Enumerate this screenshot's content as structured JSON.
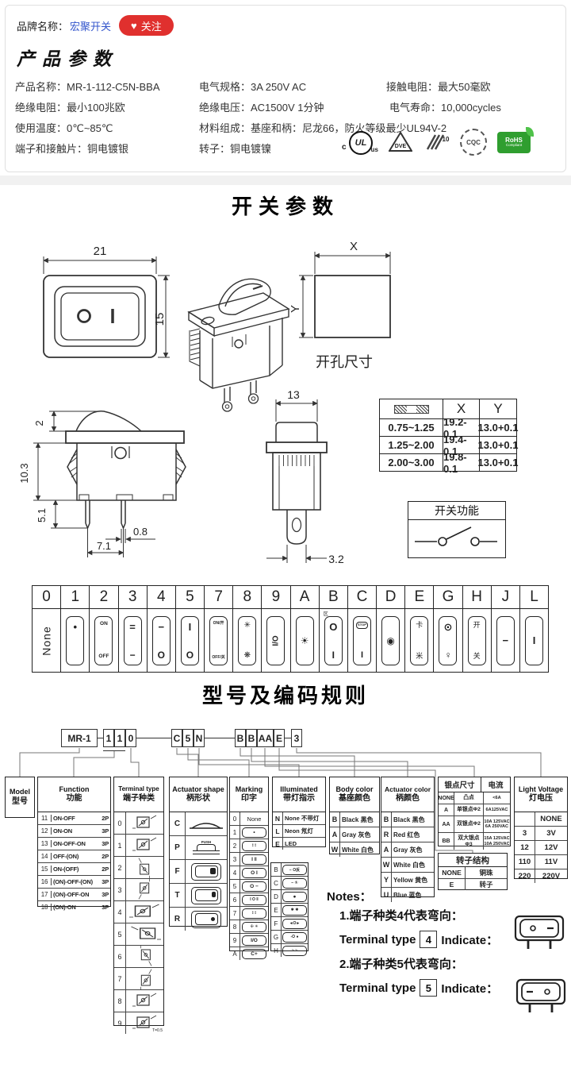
{
  "header": {
    "brand_label": "品牌名称：",
    "brand_name": "宏聚开关",
    "heart": "♥",
    "follow": "关注",
    "title": "产品参数",
    "rows": [
      [
        "产品名称：MR-1-112-C5N-BBA",
        "电气规格：3A  250V  AC",
        "接触电阻：最大50毫欧"
      ],
      [
        "绝缘电阻：最小100兆欧",
        "绝缘电压：AC1500V 1分钟",
        "电气寿命：10,000cycles"
      ],
      [
        "使用温度：0℃~85℃",
        "材料组成：基座和柄：尼龙66，防火等级最少UL94V-2",
        ""
      ],
      [
        "端子和接触片：铜电镀银",
        "转子：铜电镀镍",
        ""
      ]
    ],
    "certs": {
      "ul_c": "c",
      "ul": "UL",
      "ul_us": "us",
      "vde": "DVE",
      "k10": "10",
      "cqc": "CQC",
      "rohs1": "RoHS",
      "rohs2": "Compliant"
    }
  },
  "switch_section": {
    "title": "开关参数",
    "dim_front_w": "21",
    "dim_front_h": "15",
    "dim_x": "X",
    "dim_y": "Y",
    "hole_caption": "开孔尺寸",
    "dim_top": "2",
    "dim_body_h": "10.3",
    "dim_pin_len": "5.1",
    "dim_pin_pitch": "7.1",
    "dim_pin_w": "0.8",
    "dim_w2": "13",
    "dim_pin2": "3.2",
    "panel_table": {
      "header_x": "X",
      "header_y": "Y",
      "rows": [
        {
          "t": "0.75~1.25",
          "x": "19.2-0.1",
          "y": "13.0+0.1"
        },
        {
          "t": "1.25~2.00",
          "x": "19.4-0.1",
          "y": "13.0+0.1"
        },
        {
          "t": "2.00~3.00",
          "x": "19.8-0.1",
          "y": "13.0+0.1"
        }
      ]
    },
    "function_box_title": "开关功能"
  },
  "marking_strip": {
    "columns": [
      {
        "code": "0",
        "none": "None",
        "cls": "c-none"
      },
      {
        "code": "1",
        "top": "•",
        "cls": "c-dot"
      },
      {
        "code": "2",
        "top": "ON",
        "bottom": "OFF",
        "cls": "c-text"
      },
      {
        "code": "3",
        "top": "=",
        "bottom": "−",
        "cls": "c-bars"
      },
      {
        "code": "4",
        "top": "−",
        "bottom": "O",
        "cls": "c-bars"
      },
      {
        "code": "5",
        "top": "I",
        "bottom": "O",
        "cls": "c-bars"
      },
      {
        "code": "7",
        "top": "ON/开",
        "bottom": "OFF/关",
        "cls": "c-tiny"
      },
      {
        "code": "8",
        "top": "✳",
        "bottom": "❋",
        "cls": "c-fan"
      },
      {
        "code": "9",
        "rot": "I/O",
        "cls": "c-rot"
      },
      {
        "code": "A",
        "top": "☀",
        "cls": "c-bulb c-center"
      },
      {
        "code": "B",
        "tag": "区",
        "top": "O",
        "bottom": "I",
        "cls": "c-bars"
      },
      {
        "code": "C",
        "top": "STOP",
        "bottom": "I",
        "cls": "c-stop"
      },
      {
        "code": "D",
        "top": "◉",
        "cls": "c-bulb c-center"
      },
      {
        "code": "E",
        "top": "卡",
        "bottom": "米",
        "cls": "c-cjk"
      },
      {
        "code": "G",
        "top": "⊙",
        "bottom": "♀",
        "cls": "c-bars"
      },
      {
        "code": "H",
        "top": "开",
        "bottom": "关",
        "cls": "c-cjk"
      },
      {
        "code": "J",
        "top": "−",
        "cls": "c-bars c-center"
      },
      {
        "code": "L",
        "top": "I",
        "cls": "c-bars c-center"
      }
    ]
  },
  "coding": {
    "title": "型号及编码规则",
    "code_model": "MR-1",
    "code_func": [
      "1",
      "1",
      "0"
    ],
    "code_shape": [
      "C",
      "5",
      "N"
    ],
    "code_color": [
      "B",
      "B",
      "AA",
      "E"
    ],
    "code_volt": "3",
    "model": {
      "en": "Model",
      "cn": "型号"
    },
    "function": {
      "en": "Function",
      "cn": "功能",
      "rows": [
        {
          "code": "11",
          "label": "ON-OFF",
          "poles": "2P"
        },
        {
          "code": "12",
          "label": "ON-ON",
          "poles": "3P"
        },
        {
          "code": "13",
          "label": "ON-OFF-ON",
          "poles": "3P"
        },
        {
          "code": "14",
          "label": "OFF-(ON)",
          "poles": "2P"
        },
        {
          "code": "15",
          "label": "ON-(OFF)",
          "poles": "2P"
        },
        {
          "code": "16",
          "label": "(ON)-OFF-(ON)",
          "poles": "3P"
        },
        {
          "code": "17",
          "label": "(ON)-OFF-ON",
          "poles": "3P"
        },
        {
          "code": "18",
          "label": "(ON)-ON",
          "poles": "3P"
        }
      ]
    },
    "terminal": {
      "en": "Terminal type",
      "cn": "端子种类",
      "rows": [
        {
          "code": "0"
        },
        {
          "code": "1"
        },
        {
          "code": "2"
        },
        {
          "code": "3"
        },
        {
          "code": "4"
        },
        {
          "code": "5"
        },
        {
          "code": "6"
        },
        {
          "code": "7"
        },
        {
          "code": "8"
        },
        {
          "code": "9",
          "note": "T=0.5"
        }
      ]
    },
    "actuator_shape": {
      "en": "Actuator shape",
      "cn": "柄形状",
      "codes": [
        "C",
        "P",
        "F",
        "T",
        "R"
      ],
      "push_label": "PUSH"
    },
    "marking": {
      "en": "Marking",
      "cn": "印字",
      "num_rows": [
        {
          "code": "0",
          "sym": "None",
          "cls": "m-none"
        },
        {
          "code": "1",
          "sym": "•"
        },
        {
          "code": "2",
          "sym": "⁝ ⁝",
          "cls": "m-tiny"
        },
        {
          "code": "3",
          "sym": "I ‖"
        },
        {
          "code": "4",
          "sym": "O I"
        },
        {
          "code": "5",
          "sym": "O −"
        },
        {
          "code": "6",
          "sym": "I O ‖",
          "cls": "m-tiny"
        },
        {
          "code": "7",
          "sym": "⁝ ⁝",
          "cls": "m-tiny"
        },
        {
          "code": "8",
          "sym": "✣ ✳",
          "cls": "m-tiny"
        },
        {
          "code": "9",
          "sym": "I/O"
        },
        {
          "code": "A",
          "sym": "C+"
        }
      ],
      "let_rows": [
        {
          "code": "B",
          "sym": "− O反",
          "cls": "m-tiny"
        },
        {
          "code": "C",
          "sym": "− ①",
          "cls": "m-tiny"
        },
        {
          "code": "D",
          "sym": "●"
        },
        {
          "code": "E",
          "sym": "✱ ✱",
          "cls": "m-tiny"
        },
        {
          "code": "F",
          "sym": "◄O►",
          "cls": "m-tiny"
        },
        {
          "code": "G",
          "sym": "-O ●",
          "cls": "m-tiny"
        },
        {
          "code": "H",
          "sym": "~ ~",
          "cls": "m-tiny"
        }
      ]
    },
    "illuminated": {
      "en": "Illuminated",
      "cn": "带灯指示",
      "rows": [
        {
          "code": "N",
          "label": "None 不带灯"
        },
        {
          "code": "L",
          "label": "Neon 氖灯"
        },
        {
          "code": "E",
          "label": "LED"
        }
      ]
    },
    "body_color": {
      "en": "Body color",
      "cn": "基座颜色",
      "rows": [
        {
          "code": "B",
          "label": "Black 黑色"
        },
        {
          "code": "A",
          "label": "Gray 灰色"
        },
        {
          "code": "W",
          "label": "White 白色"
        }
      ]
    },
    "actuator_color": {
      "en": "Actuator color",
      "cn": "柄颜色",
      "rows": [
        {
          "code": "B",
          "label": "Black 黑色"
        },
        {
          "code": "R",
          "label": "Red 红色"
        },
        {
          "code": "A",
          "label": "Gray 灰色"
        },
        {
          "code": "W",
          "label": "White 白色"
        },
        {
          "code": "Y",
          "label": "Yellow 黄色"
        },
        {
          "code": "U",
          "label": "Blue 蓝色"
        }
      ]
    },
    "silver": {
      "h1": "银点尺寸",
      "h2": "电流",
      "rows": [
        {
          "code": "NONE",
          "desc": "凸点",
          "c1": "<6A"
        },
        {
          "code": "A",
          "desc": "单银点Φ2",
          "c1": "6A125VAC"
        },
        {
          "code": "AA",
          "desc": "双银点Φ2",
          "c1": "10A 125VAC",
          "c2": "6A 250VAC"
        },
        {
          "code": "BB",
          "desc": "双大银点Φ3",
          "c1": "15A 125VAC",
          "c2": "10A 250VAC"
        }
      ]
    },
    "rotor": {
      "title": "转子结构",
      "rows": [
        {
          "code": "NONE",
          "label": "铜珠"
        },
        {
          "code": "E",
          "label": "转子"
        }
      ]
    },
    "light_voltage": {
      "en": "Light Voltage",
      "cn": "灯电压",
      "rows": [
        {
          "code": "",
          "label": "NONE"
        },
        {
          "code": "3",
          "label": "3V"
        },
        {
          "code": "12",
          "label": "12V"
        },
        {
          "code": "110",
          "label": "11V"
        },
        {
          "code": "220",
          "label": "220V"
        }
      ]
    },
    "notes": {
      "title": "Notes：",
      "items": [
        {
          "cn": "1.端子种类4代表弯向：",
          "pre": "Terminal type",
          "code": "4",
          "post": "Indicate："
        },
        {
          "cn": "2.端子种类5代表弯向：",
          "pre": "Terminal type",
          "code": "5",
          "post": "Indicate："
        }
      ]
    }
  }
}
